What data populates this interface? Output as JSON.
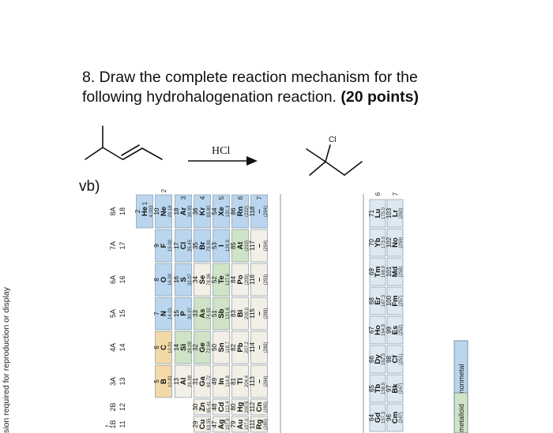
{
  "question": {
    "line1": "8. Draw the complete reaction mechanism for the",
    "line2_text": "following hydrohalogenation reaction. ",
    "line2_bold": "(20 points)"
  },
  "reaction": {
    "reagent": "HCl",
    "product_substituent": "Cl"
  },
  "part_label": "vb)",
  "side_caption": "sion required for reproduction or display",
  "periodic_table": {
    "group_headers": [
      {
        "group": "8A",
        "num": "18"
      },
      {
        "group": "7A",
        "num": "17"
      },
      {
        "group": "6A",
        "num": "16"
      },
      {
        "group": "5A",
        "num": "15"
      },
      {
        "group": "4A",
        "num": "14"
      },
      {
        "group": "3A",
        "num": "13"
      },
      {
        "group": "2B",
        "num": "12"
      },
      {
        "group": "1B",
        "num": "11"
      }
    ],
    "period_numbers": [
      "1",
      "2",
      "3",
      "4",
      "5",
      "6",
      "7"
    ],
    "rows": [
      [
        {
          "n": "2",
          "s": "He",
          "m": "4.003"
        }
      ],
      [
        {
          "n": "10",
          "s": "Ne",
          "m": "20.18"
        },
        {
          "n": "9",
          "s": "F",
          "m": "19.00"
        },
        {
          "n": "8",
          "s": "O",
          "m": "16.00"
        },
        {
          "n": "7",
          "s": "N",
          "m": "14.01"
        },
        {
          "n": "6",
          "s": "C",
          "m": "12.01"
        },
        {
          "n": "5",
          "s": "B",
          "m": "10.81"
        }
      ],
      [
        {
          "n": "18",
          "s": "Ar",
          "m": "39.95"
        },
        {
          "n": "17",
          "s": "Cl",
          "m": "35.45"
        },
        {
          "n": "16",
          "s": "S",
          "m": "32.07"
        },
        {
          "n": "15",
          "s": "P",
          "m": "30.97"
        },
        {
          "n": "14",
          "s": "Si",
          "m": "28.09"
        },
        {
          "n": "13",
          "s": "Al",
          "m": "26.98"
        }
      ],
      [
        {
          "n": "36",
          "s": "Kr",
          "m": "83.80"
        },
        {
          "n": "35",
          "s": "Br",
          "m": "79.90"
        },
        {
          "n": "34",
          "s": "Se",
          "m": "78.96"
        },
        {
          "n": "33",
          "s": "As",
          "m": "74.92"
        },
        {
          "n": "32",
          "s": "Ge",
          "m": "72.64"
        },
        {
          "n": "31",
          "s": "Ga",
          "m": "69.72"
        },
        {
          "n": "30",
          "s": "Zn",
          "m": "65.41"
        },
        {
          "n": "29",
          "s": "Cu",
          "m": "63.55"
        }
      ],
      [
        {
          "n": "54",
          "s": "Xe",
          "m": "131.3"
        },
        {
          "n": "53",
          "s": "I",
          "m": "126.9"
        },
        {
          "n": "52",
          "s": "Te",
          "m": "127.6"
        },
        {
          "n": "51",
          "s": "Sb",
          "m": "121.8"
        },
        {
          "n": "50",
          "s": "Sn",
          "m": "118.7"
        },
        {
          "n": "49",
          "s": "In",
          "m": "114.8"
        },
        {
          "n": "48",
          "s": "Cd",
          "m": "112.4"
        },
        {
          "n": "47",
          "s": "Ag",
          "m": "107.9"
        }
      ],
      [
        {
          "n": "86",
          "s": "Rn",
          "m": "(222)"
        },
        {
          "n": "85",
          "s": "At",
          "m": "(210)"
        },
        {
          "n": "84",
          "s": "Po",
          "m": "(209)"
        },
        {
          "n": "83",
          "s": "Bi",
          "m": "209.0"
        },
        {
          "n": "82",
          "s": "Pb",
          "m": "207.2"
        },
        {
          "n": "81",
          "s": "Tl",
          "m": "204.4"
        },
        {
          "n": "80",
          "s": "Hg",
          "m": "200.6"
        },
        {
          "n": "79",
          "s": "Au",
          "m": "197.0"
        }
      ],
      [
        {
          "n": "118",
          "s": "–",
          "m": "(294)"
        },
        {
          "n": "117",
          "s": "–",
          "m": "(294)"
        },
        {
          "n": "116",
          "s": "–",
          "m": "(293)"
        },
        {
          "n": "115",
          "s": "–",
          "m": "(288)"
        },
        {
          "n": "114",
          "s": "–",
          "m": "(289)"
        },
        {
          "n": "113",
          "s": "–",
          "m": "(284)"
        },
        {
          "n": "112",
          "s": "Cn",
          "m": "(285)"
        },
        {
          "n": "111",
          "s": "Rg",
          "m": "(280)"
        }
      ]
    ],
    "f_rows": [
      [
        {
          "n": "71",
          "s": "Lu",
          "m": "175.0"
        },
        {
          "n": "70",
          "s": "Yb",
          "m": "173.0"
        },
        {
          "n": "69",
          "s": "Tm",
          "m": "168.9"
        },
        {
          "n": "68",
          "s": "Er",
          "m": "167.3"
        },
        {
          "n": "67",
          "s": "Ho",
          "m": "164.9"
        },
        {
          "n": "66",
          "s": "Dy",
          "m": "162.5"
        },
        {
          "n": "65",
          "s": "Tb",
          "m": "158.9"
        },
        {
          "n": "64",
          "s": "Gd",
          "m": "157.3"
        }
      ],
      [
        {
          "n": "103",
          "s": "Lr",
          "m": "(262)"
        },
        {
          "n": "102",
          "s": "No",
          "m": "(259)"
        },
        {
          "n": "101",
          "s": "Md",
          "m": "(258)"
        },
        {
          "n": "100",
          "s": "Fm",
          "m": "(257)"
        },
        {
          "n": "99",
          "s": "Es",
          "m": "(252)"
        },
        {
          "n": "98",
          "s": "Cf",
          "m": "(251)"
        },
        {
          "n": "97",
          "s": "Bk",
          "m": "(247)"
        },
        {
          "n": "96",
          "s": "Cm",
          "m": "(247)"
        }
      ]
    ],
    "f_period_numbers": [
      "6",
      "7"
    ],
    "legend": [
      "nonmetal",
      "metalloid"
    ],
    "arrow_glyph": "↑",
    "colors": {
      "nonmetal": "#b9d6ee",
      "metalloid": "#cfe3c6",
      "noble": "#b9d6ee",
      "metal": "#f2efe6",
      "fblock": "#dce9f2",
      "highlight": "#f3d9a8"
    }
  }
}
